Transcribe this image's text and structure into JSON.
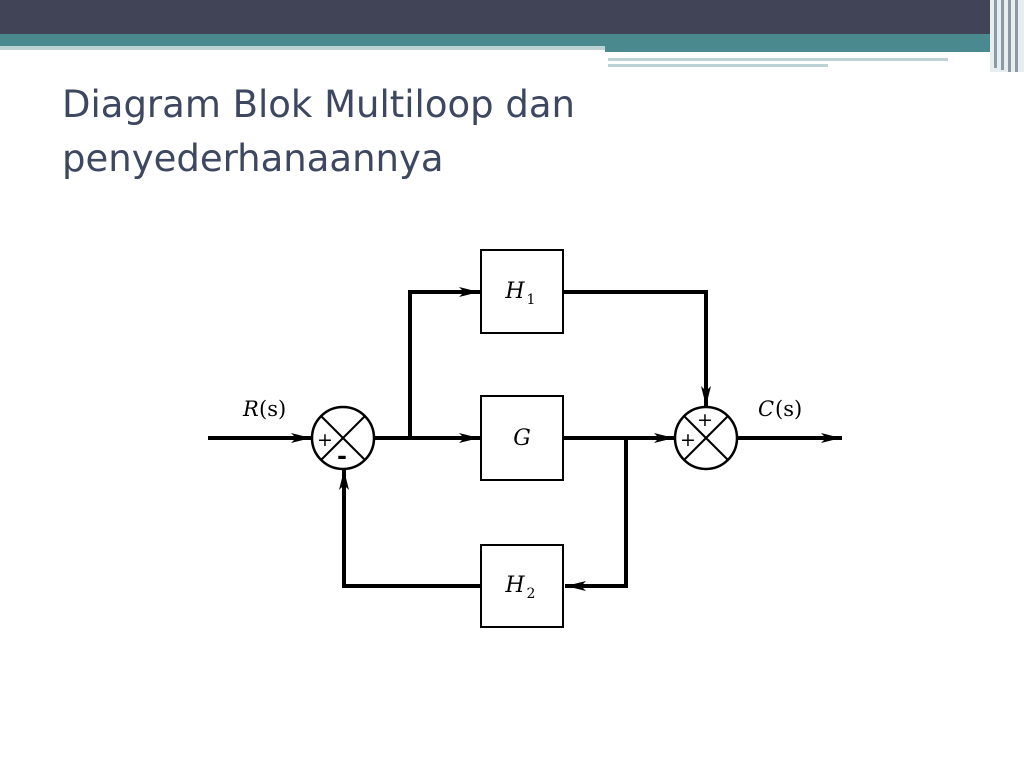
{
  "slide": {
    "title_line1": "Diagram Blok Multiloop dan",
    "title_line2": "penyederhanaannya"
  },
  "diagram": {
    "input_label_main": "R",
    "input_label_arg": "(s)",
    "output_label_main": "C",
    "output_label_arg": "(s)",
    "block_h1_main": "H",
    "block_h1_sub": "1",
    "block_g": "G",
    "block_h2_main": "H",
    "block_h2_sub": "2",
    "sum1_sign_left": "+",
    "sum1_sign_bottom": "-",
    "sum2_sign_top": "+",
    "sum2_sign_left": "+"
  },
  "theme": {
    "header_dark": "#414356",
    "header_teal": "#4a8a8e",
    "header_light": "#bcd2d4",
    "title_color": "#3d4760",
    "line_color": "#000000"
  }
}
